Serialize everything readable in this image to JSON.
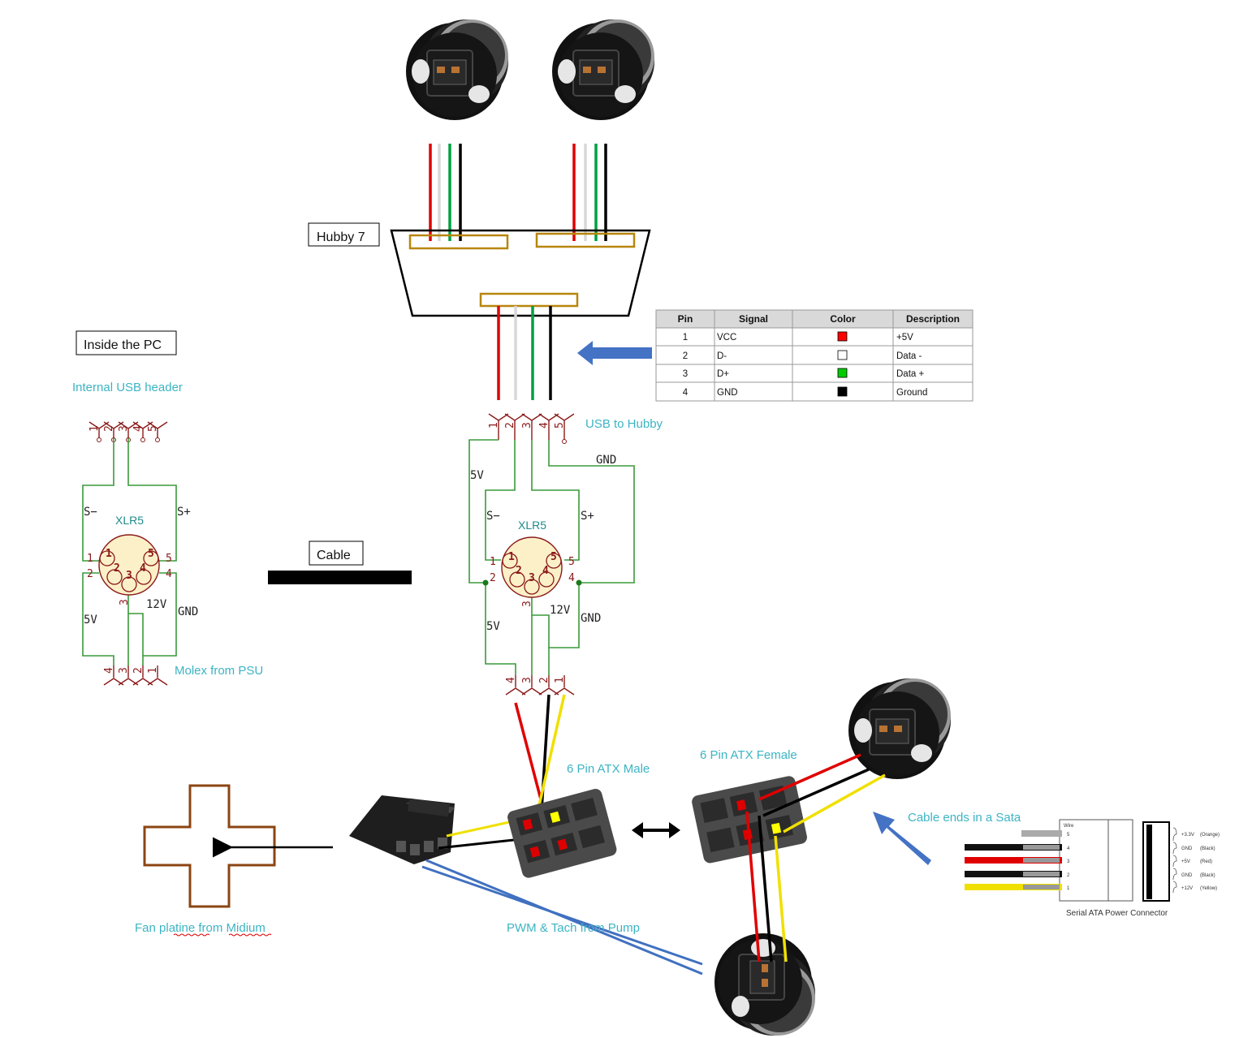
{
  "labels": {
    "hubby": "Hubby 7",
    "inside_pc": "Inside the PC",
    "internal_usb": "Internal USB header",
    "usb_to_hubby": "USB to Hubby",
    "cable": "Cable",
    "molex": "Molex from PSU",
    "atx_male": "6 Pin ATX Male",
    "atx_female": "6 Pin ATX Female",
    "sata_note": "Cable ends in a Sata",
    "fan_platine": "Fan platine from Midium",
    "pwm": "PWM & Tach from Pump",
    "sata_title": "Serial ATA Power Connector"
  },
  "schematic": {
    "xlr": "XLR5",
    "s_minus": "S−",
    "s_plus": "S+",
    "v5": "5V",
    "v12": "12V",
    "gnd": "GND",
    "top_pins": [
      "1",
      "2",
      "3",
      "4",
      "5"
    ],
    "bottom_pins": [
      "4",
      "3",
      "2",
      "1"
    ],
    "xlr_pins": [
      "1",
      "2",
      "3",
      "4",
      "5"
    ]
  },
  "pin_table": {
    "headers": [
      "Pin",
      "Signal",
      "Color",
      "Description"
    ],
    "rows": [
      {
        "pin": "1",
        "signal": "VCC",
        "color": "#ff0000",
        "description": "+5V"
      },
      {
        "pin": "2",
        "signal": "D-",
        "color": "#ffffff",
        "description": "Data -"
      },
      {
        "pin": "3",
        "signal": "D+",
        "color": "#00cc00",
        "description": "Data +"
      },
      {
        "pin": "4",
        "signal": "GND",
        "color": "#000000",
        "description": "Ground"
      }
    ]
  },
  "sata": {
    "wire_label": "Wire",
    "wires": [
      {
        "num": "5",
        "name": "+3.3V",
        "color_name": "(Orange)"
      },
      {
        "num": "4",
        "name": "GND",
        "color_name": "(Black)"
      },
      {
        "num": "3",
        "name": "+5V",
        "color_name": "(Red)"
      },
      {
        "num": "2",
        "name": "GND",
        "color_name": "(Black)"
      },
      {
        "num": "1",
        "name": "+12V",
        "color_name": "(Yellow)"
      }
    ]
  },
  "colors": {
    "label_cyan": "#3cb4c4",
    "wire_red": "#e00000",
    "wire_white": "#d8d8d8",
    "wire_green": "#00a040",
    "wire_black": "#000000",
    "wire_yellow": "#f0e000",
    "wire_blue": "#4070c0",
    "arrow_blue": "#4472c4",
    "schem_green": "#3a9a3a",
    "pin_darkred": "#8b1a1a",
    "hub_gold": "#b8860b",
    "fan_brown": "#8b4513"
  }
}
